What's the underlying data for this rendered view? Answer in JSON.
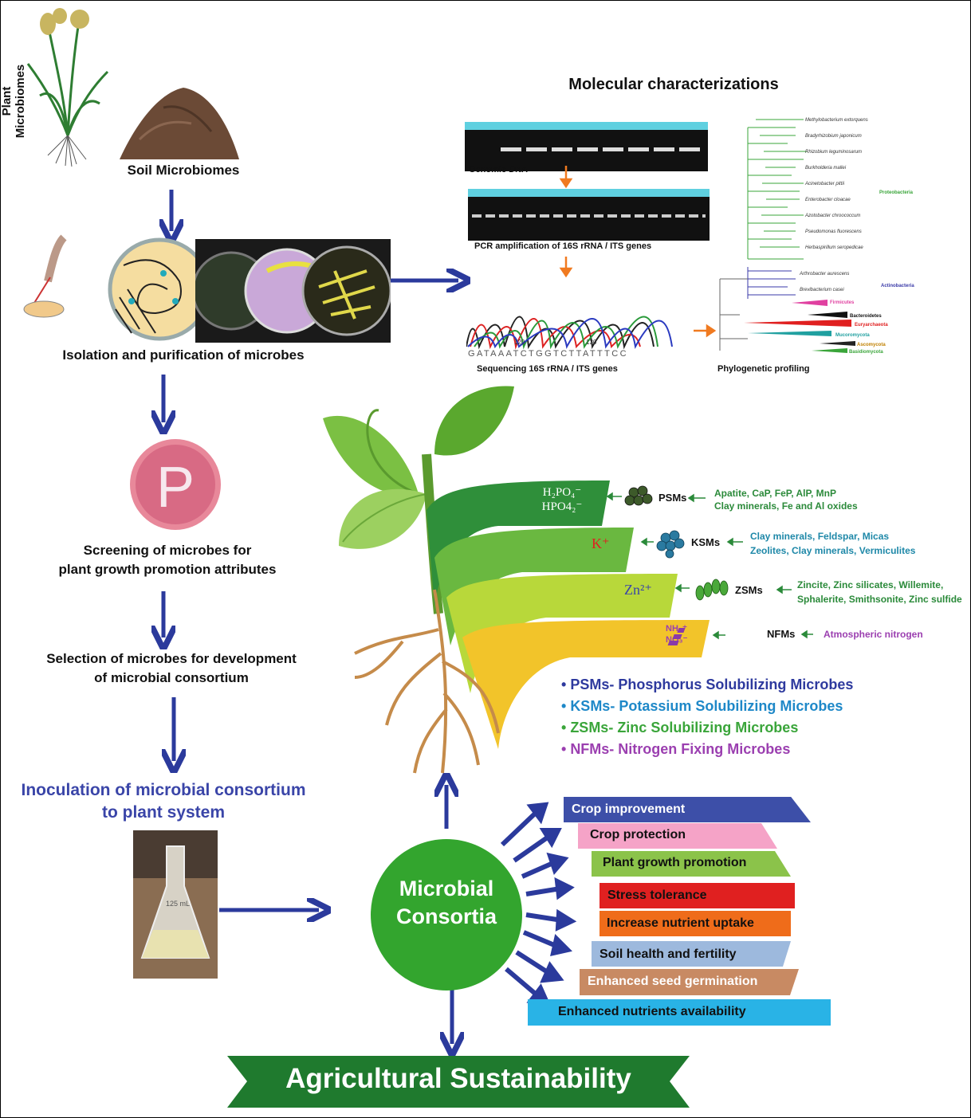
{
  "left_flow": {
    "plant_microbiomes": "Plant Microbiomes",
    "soil_microbiomes": "Soil Microbiomes",
    "isolation": "Isolation and purification of microbes",
    "screening_line1": "Screening of microbes for",
    "screening_line2": "plant growth promotion attributes",
    "selection_line1": "Selection of microbes for development",
    "selection_line2": "of microbial consortium",
    "inoculation_line1": "Inoculation of microbial consortium",
    "inoculation_line2": "to plant system",
    "plate_letter": "P",
    "flask_label": "125 mL"
  },
  "molecular": {
    "title": "Molecular characterizations",
    "genomic_dna": "Genomic DNA",
    "pcr": "PCR amplification of 16S rRNA / ITS genes",
    "sequencing": "Sequencing 16S rRNA / ITS genes",
    "phylogenetic": "Phylogenetic profiling",
    "sequence": "GATAAATCTGGTCTTATTTCC",
    "seq_num1": "120",
    "seq_num2": "130",
    "clades": {
      "proteobacteria": "Proteobacteria",
      "actinobacteria": "Actinobacteria",
      "firmicutes": "Firmicutes",
      "bacteroidetes": "Bacteroidetes",
      "euryarchaeota": "Euryarchaeota",
      "mucoromycota": "Mucoromycota",
      "ascomycota": "Ascomycota",
      "basidiomycota": "Basidiomycota"
    }
  },
  "nutrients": [
    {
      "ion_line1": "H₂PO₄⁻",
      "ion_line2": "HPO4₂⁻",
      "microbe": "PSMs",
      "source_line1": "Apatite, CaP, FeP, AlP, MnP",
      "source_line2": "Clay minerals, Fe and Al oxides"
    },
    {
      "ion_line1": "K⁺",
      "ion_line2": "",
      "microbe": "KSMs",
      "source_line1": "Clay minerals, Feldspar, Micas",
      "source_line2": "Zeolites, Clay minerals, Vermiculites"
    },
    {
      "ion_line1": "Zn²⁺",
      "ion_line2": "",
      "microbe": "ZSMs",
      "source_line1": "Zincite, Zinc silicates, Willemite,",
      "source_line2": "Sphalerite, Smithsonite, Zinc sulfide"
    },
    {
      "ion_line1": "NH₄⁺",
      "ion_line2": "NO₃⁻",
      "microbe": "NFMs",
      "source_line1": "Atmospheric nitrogen",
      "source_line2": ""
    }
  ],
  "legend": [
    {
      "text": "PSMs- Phosphorus Solubilizing Microbes",
      "color": "#2e3a9e"
    },
    {
      "text": "KSMs- Potassium Solubilizing Microbes",
      "color": "#1e88c8"
    },
    {
      "text": "ZSMs- Zinc Solubilizing Microbes",
      "color": "#3aa53a"
    },
    {
      "text": "NFMs- Nitrogen Fixing Microbes",
      "color": "#9b3fb0"
    }
  ],
  "consortia": {
    "line1": "Microbial",
    "line2": "Consortia"
  },
  "benefits": [
    {
      "text": "Crop improvement",
      "color": "#3d4fa8",
      "text_color": "#ffffff"
    },
    {
      "text": "Crop protection",
      "color": "#f5a3c7",
      "text_color": "#111111"
    },
    {
      "text": "Plant growth promotion",
      "color": "#8bc34a",
      "text_color": "#111111"
    },
    {
      "text": "Stress tolerance",
      "color": "#e02020",
      "text_color": "#111111"
    },
    {
      "text": "Increase nutrient uptake",
      "color": "#ef6c1a",
      "text_color": "#111111"
    },
    {
      "text": "Soil health and fertility",
      "color": "#9db9dd",
      "text_color": "#111111"
    },
    {
      "text": "Enhanced seed germination",
      "color": "#c88a63",
      "text_color": "#ffffff"
    },
    {
      "text": "Enhanced nutrients availability",
      "color": "#29b3e6",
      "text_color": "#111111"
    }
  ],
  "footer": "Agricultural Sustainability"
}
